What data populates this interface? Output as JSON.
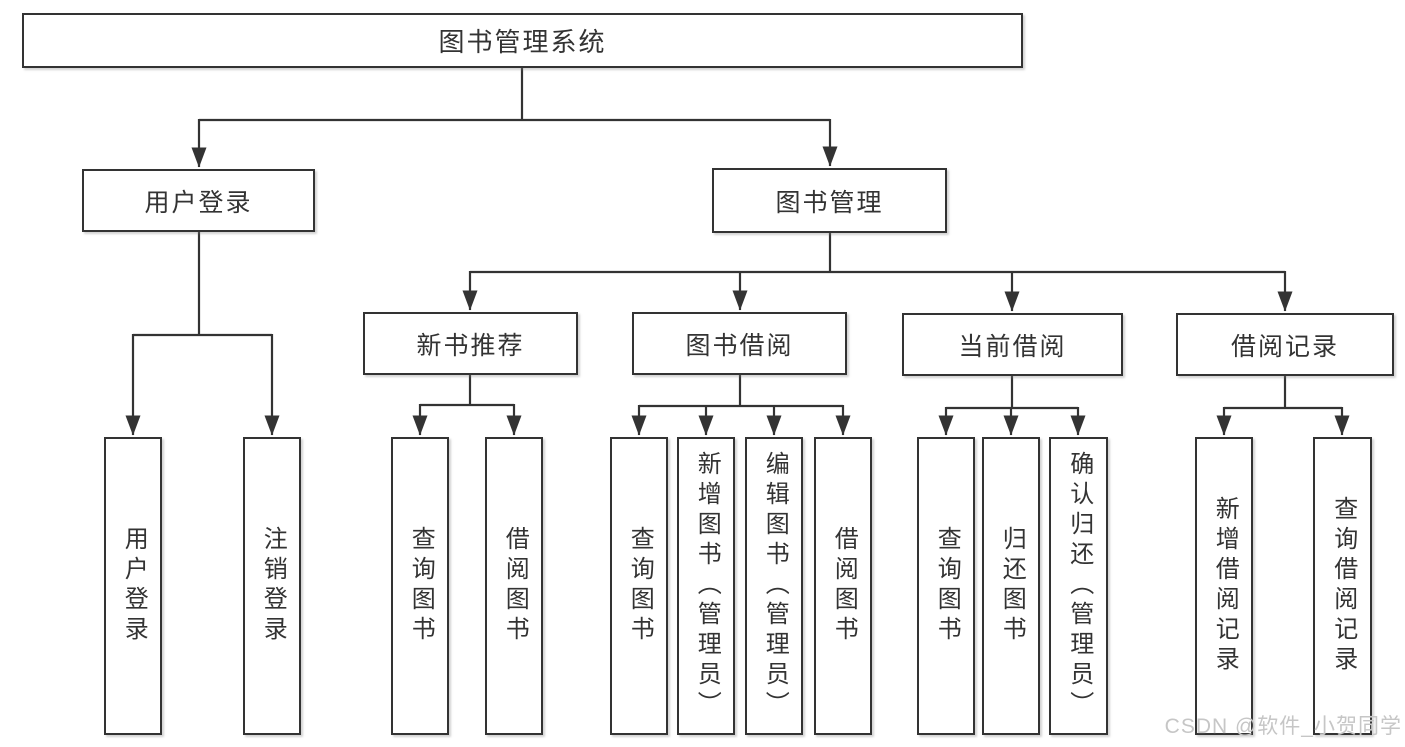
{
  "diagram_type": "hierarchy-tree",
  "colors": {
    "line": "#333333",
    "box_border": "#333333",
    "box_fill": "#ffffff",
    "text": "#333333",
    "watermark": "#c6c6c6",
    "background": "#ffffff"
  },
  "tree": {
    "label": "图书管理系统",
    "children": [
      {
        "label": "用户登录",
        "children": [
          {
            "label": "用户登录"
          },
          {
            "label": "注销登录"
          }
        ]
      },
      {
        "label": "图书管理",
        "children": [
          {
            "label": "新书推荐",
            "children": [
              {
                "label": "查询图书"
              },
              {
                "label": "借阅图书"
              }
            ]
          },
          {
            "label": "图书借阅",
            "children": [
              {
                "label": "查询图书"
              },
              {
                "label": "新增图书（管理员）"
              },
              {
                "label": "编辑图书（管理员）"
              },
              {
                "label": "借阅图书"
              }
            ]
          },
          {
            "label": "当前借阅",
            "children": [
              {
                "label": "查询图书"
              },
              {
                "label": "归还图书"
              },
              {
                "label": "确认归还（管理员）"
              }
            ]
          },
          {
            "label": "借阅记录",
            "children": [
              {
                "label": "新增借阅记录"
              },
              {
                "label": "查询借阅记录"
              }
            ]
          }
        ]
      }
    ]
  },
  "watermark": {
    "text": "CSDN @软件_小贺同学"
  }
}
